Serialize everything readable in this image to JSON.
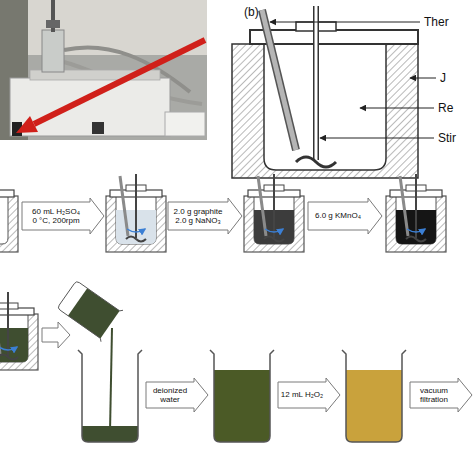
{
  "diagram": {
    "nodes": [
      {
        "text": [
          "60 mL H₂SO₄ 0 °C, 200rpm"
        ]
      },
      {
        "text": [
          "2.0 g graphite 2.0 g NaNO₃"
        ]
      },
      {
        "text": [
          "6.0 g KMnO₄"
        ]
      },
      {
        "text": [
          "deionized water"
        ]
      },
      {
        "text": [
          "12 mL H₂O₂"
        ]
      },
      {
        "text": [
          "vacuum filtration"
        ]
      }
    ],
    "labels": [
      "(b)",
      "Ther",
      "J",
      "Re",
      "Stir"
    ]
  }
}
